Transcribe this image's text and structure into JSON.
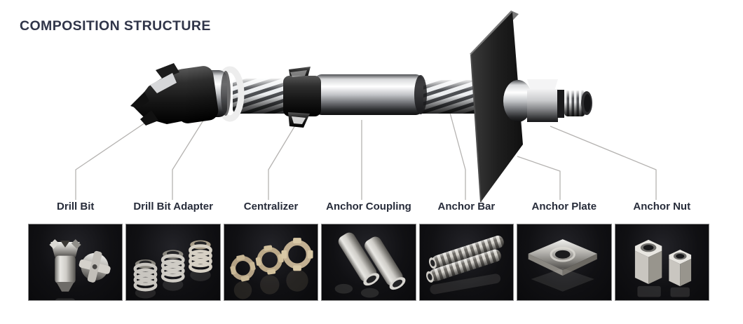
{
  "title": "COMPOSITION STRUCTURE",
  "colors": {
    "title_text": "#303549",
    "label_text": "#272c3a",
    "leader_line": "#b5b3b1",
    "panel_background": "#0c0c0e",
    "panel_border": "#8c8c8c",
    "page_background": "#ffffff"
  },
  "illustration": {
    "depicts": "Assembled self-drilling anchor bolt 3D render with callout leader lines to each component"
  },
  "parts": [
    {
      "label": "Drill Bit",
      "photo": "drill-bit-photo",
      "photo_depicts": "Two cross-type drill bits on black background"
    },
    {
      "label": "Drill Bit Adapter",
      "photo": "drill-bit-adapter-photo",
      "photo_depicts": "Three coiled adapter sleeves on black background"
    },
    {
      "label": "Centralizer",
      "photo": "centralizer-photo",
      "photo_depicts": "Three finned centralizer rings on black background"
    },
    {
      "label": "Anchor Coupling",
      "photo": "anchor-coupling-photo",
      "photo_depicts": "Two internally threaded coupling tubes on black background"
    },
    {
      "label": "Anchor Bar",
      "photo": "anchor-bar-photo",
      "photo_depicts": "Two threaded hollow anchor bars on black background"
    },
    {
      "label": "Anchor Plate",
      "photo": "anchor-plate-photo",
      "photo_depicts": "Square anchor plate with domed center hole on black background"
    },
    {
      "label": "Anchor Nut",
      "photo": "anchor-nut-photo",
      "photo_depicts": "Two hex anchor nuts on black background"
    }
  ]
}
